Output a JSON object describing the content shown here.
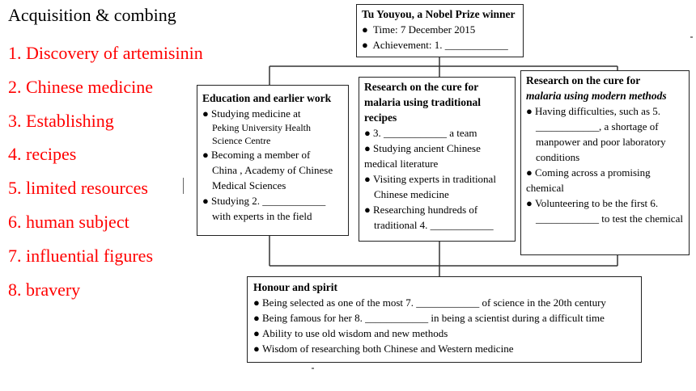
{
  "left_panel": {
    "title": "Acquisition & combing",
    "answers": [
      "1. Discovery of artemisinin",
      "2. Chinese medicine",
      "3. Establishing",
      "4. recipes",
      "5. limited resources",
      "6. human subject",
      "7. influential figures",
      "8. bravery"
    ]
  },
  "top_box": {
    "title": "Tu Youyou, a Nobel Prize winner",
    "time": "Time: 7 December 2015",
    "achievement": "Achievement: 1. ____________"
  },
  "col1": {
    "title": "Education and earlier work",
    "item1_a": "Studying medicine at",
    "item1_b": "Peking University Health Science Centre",
    "item2_a": "Becoming a member of",
    "item2_b": "China , Academy of Chinese Medical Sciences",
    "item3_a": "Studying 2. ____________",
    "item3_b": "with experts in the field"
  },
  "col2": {
    "title": "Research on the cure for malaria using traditional recipes",
    "item1": "3. ____________ a team",
    "item2": "Studying ancient Chinese medical literature",
    "item3_a": "Visiting experts in traditional",
    "item3_b": "Chinese medicine",
    "item4_a": "Researching hundreds of",
    "item4_b": "traditional 4. ____________"
  },
  "col3": {
    "title_a": "Research on the cure for",
    "title_b": "malaria using modern methods",
    "item1_a": "Having difficulties, such as 5.",
    "item1_b": "____________, a shortage of manpower and poor laboratory conditions",
    "item2": "Coming across a promising chemical",
    "item3_a": "Volunteering to be the first 6.",
    "item3_b": "____________ to test the chemical"
  },
  "bottom_box": {
    "title": "Honour and spirit",
    "items": [
      "Being selected as one of the most 7. ____________ of science in the 20th century",
      "Being famous for her 8. ____________ in being a scientist during a difficult time",
      "Ability to use old wisdom and new methods",
      "Wisdom of researching both Chinese and Western medicine"
    ]
  },
  "colors": {
    "answer_text": "#ff0000",
    "text": "#000000",
    "border": "#222222"
  }
}
